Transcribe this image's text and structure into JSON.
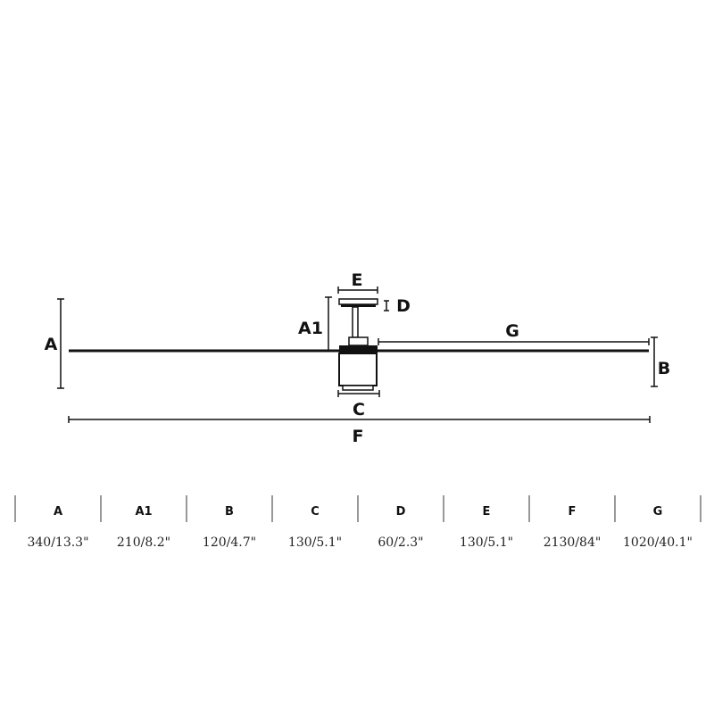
{
  "diagram": {
    "labels": {
      "A": "A",
      "A1": "A1",
      "B": "B",
      "C": "C",
      "D": "D",
      "E": "E",
      "F": "F",
      "G": "G"
    }
  },
  "table": {
    "columns": [
      {
        "key": "A",
        "value": "340/13.3\""
      },
      {
        "key": "A1",
        "value": "210/8.2\""
      },
      {
        "key": "B",
        "value": "120/4.7\""
      },
      {
        "key": "C",
        "value": "130/5.1\""
      },
      {
        "key": "D",
        "value": "60/2.3\""
      },
      {
        "key": "E",
        "value": "130/5.1\""
      },
      {
        "key": "F",
        "value": "2130/84\""
      },
      {
        "key": "G",
        "value": "1020/40.1\""
      }
    ]
  },
  "colors": {
    "line": "#111111",
    "separator": "#999999"
  }
}
